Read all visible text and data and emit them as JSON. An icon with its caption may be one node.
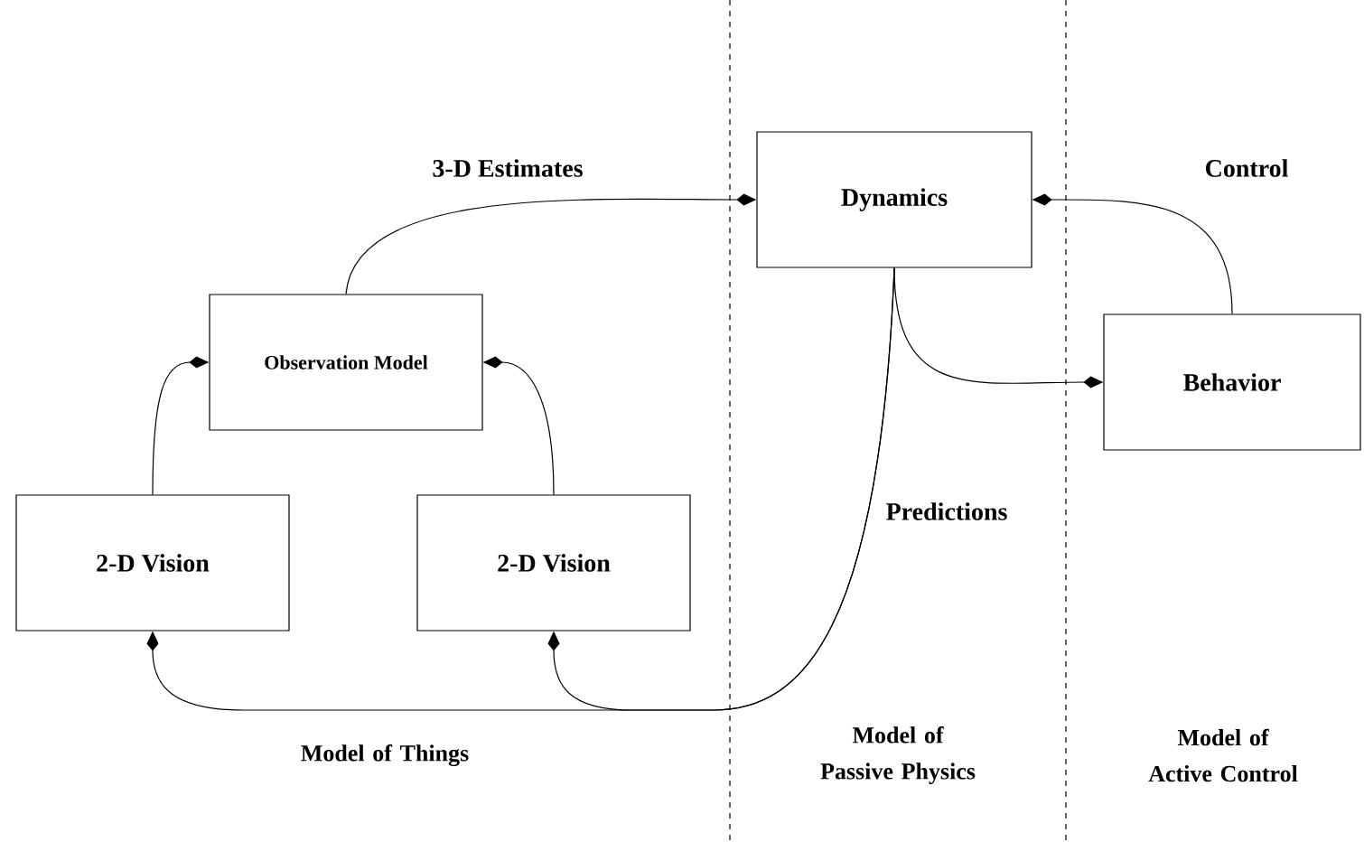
{
  "diagram": {
    "nodes": [
      {
        "text": [
          "Observation Model"
        ]
      },
      {
        "text": [
          "2-D Vision"
        ]
      },
      {
        "text": [
          "2-D Vision"
        ]
      },
      {
        "text": [
          "Dynamics"
        ]
      },
      {
        "text": [
          "Behavior"
        ]
      }
    ],
    "edges": [
      {
        "from": 1,
        "to": 0,
        "arrow": "to"
      },
      {
        "from": 2,
        "to": 0,
        "arrow": "to"
      },
      {
        "from": 0,
        "to": 3,
        "arrow": "to",
        "label": "3-D Estimates"
      },
      {
        "from": 4,
        "to": 3,
        "arrow": "to",
        "label": "Control"
      },
      {
        "from": 3,
        "to": 4,
        "arrow": "to"
      },
      {
        "from": 3,
        "to": 1,
        "arrow": "to",
        "label": "Predictions"
      },
      {
        "from": 3,
        "to": 2,
        "arrow": "to"
      }
    ],
    "labels": [
      "Model of Things",
      "Model of Passive Physics",
      "Model of Active Control"
    ]
  }
}
